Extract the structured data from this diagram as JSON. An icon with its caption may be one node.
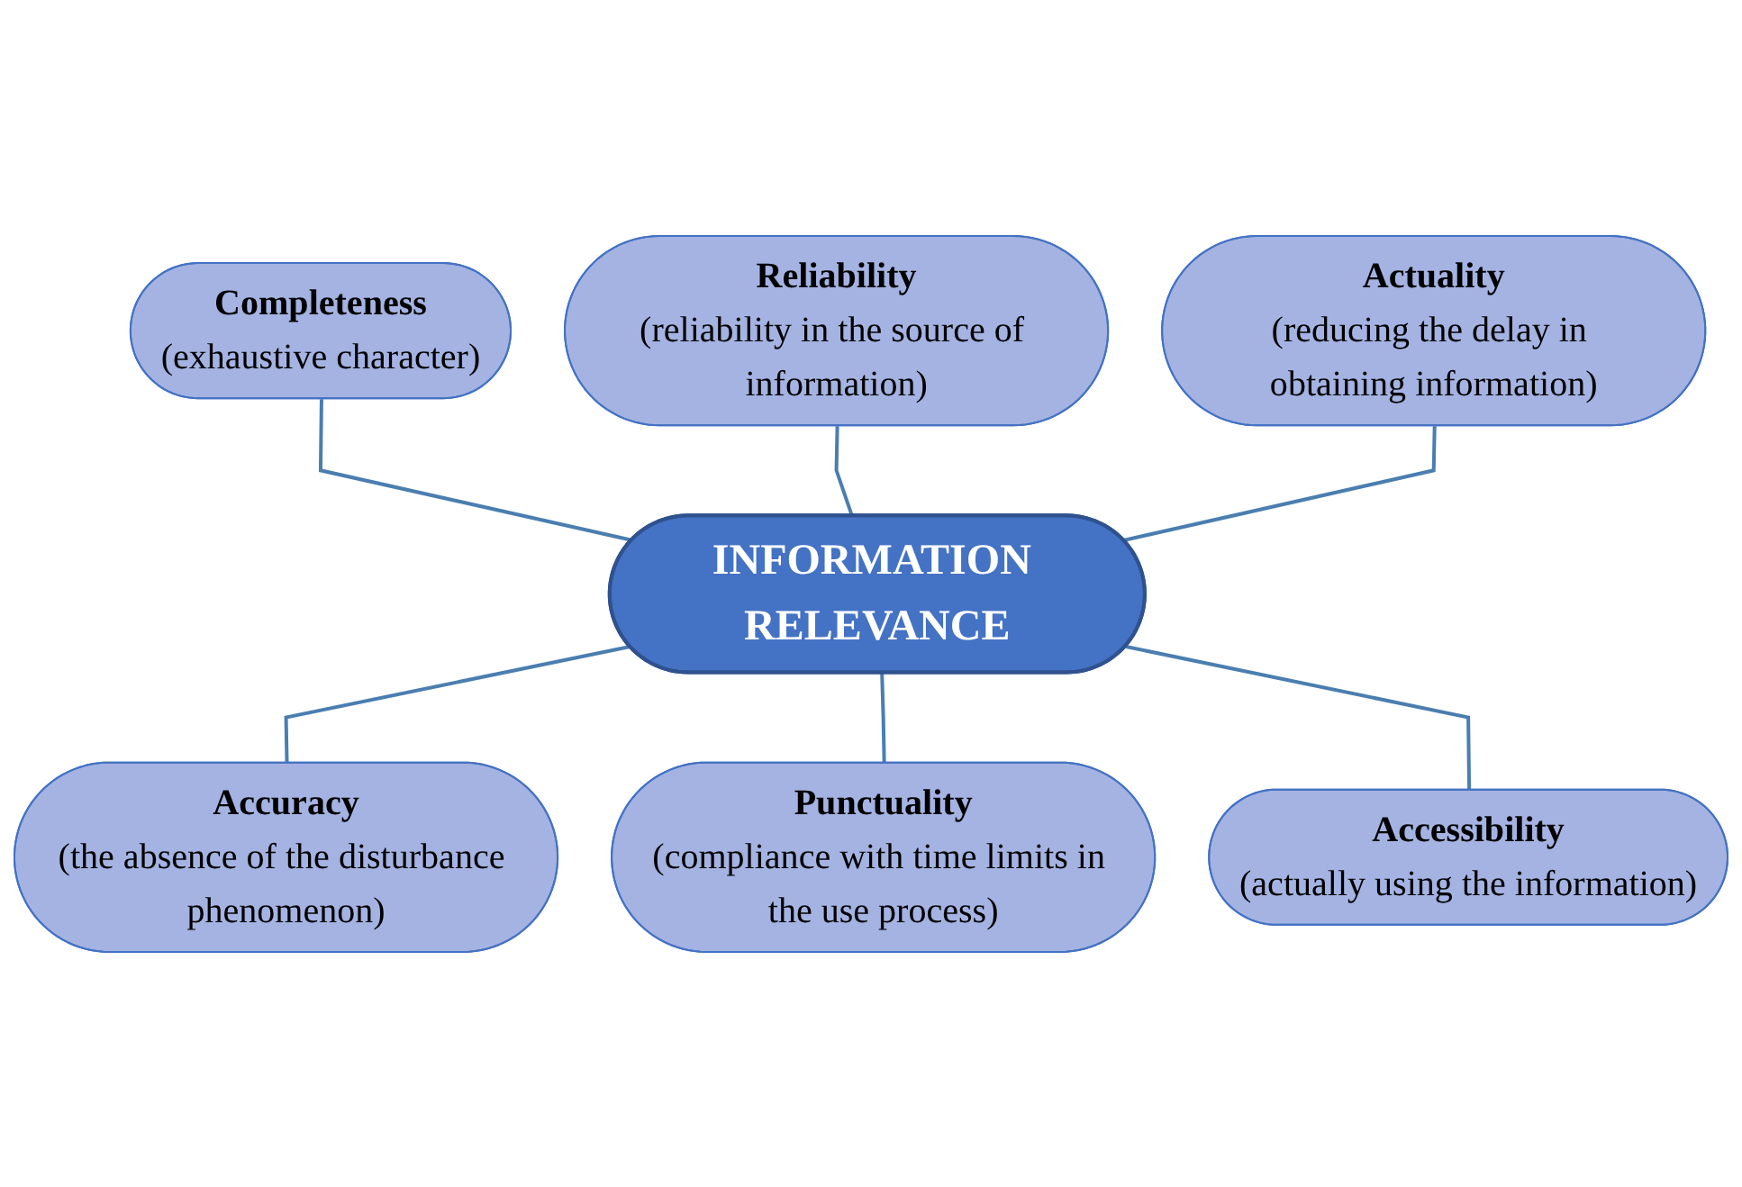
{
  "diagram": {
    "nodes": [
      {
        "text": [
          "Completeness",
          "(exhaustive character)"
        ]
      },
      {
        "text": [
          "Reliability",
          "(reliability in the source of information)"
        ]
      },
      {
        "text": [
          "Actuality",
          "(reducing the delay in obtaining information)"
        ]
      },
      {
        "text": [
          "INFORMATION RELEVANCE"
        ]
      },
      {
        "text": [
          "Accuracy",
          "(the absence of the disturbance phenomenon)"
        ]
      },
      {
        "text": [
          "Punctuality",
          "(compliance with time limits in the use process)"
        ]
      },
      {
        "text": [
          "Accessibility",
          "(actually using the information)"
        ]
      }
    ],
    "edges": [
      {
        "from": 0,
        "to": 3,
        "arrow": "none"
      },
      {
        "from": 1,
        "to": 3,
        "arrow": "none"
      },
      {
        "from": 2,
        "to": 3,
        "arrow": "none"
      },
      {
        "from": 3,
        "to": 4,
        "arrow": "none"
      },
      {
        "from": 3,
        "to": 5,
        "arrow": "none"
      },
      {
        "from": 3,
        "to": 6,
        "arrow": "none"
      }
    ]
  }
}
